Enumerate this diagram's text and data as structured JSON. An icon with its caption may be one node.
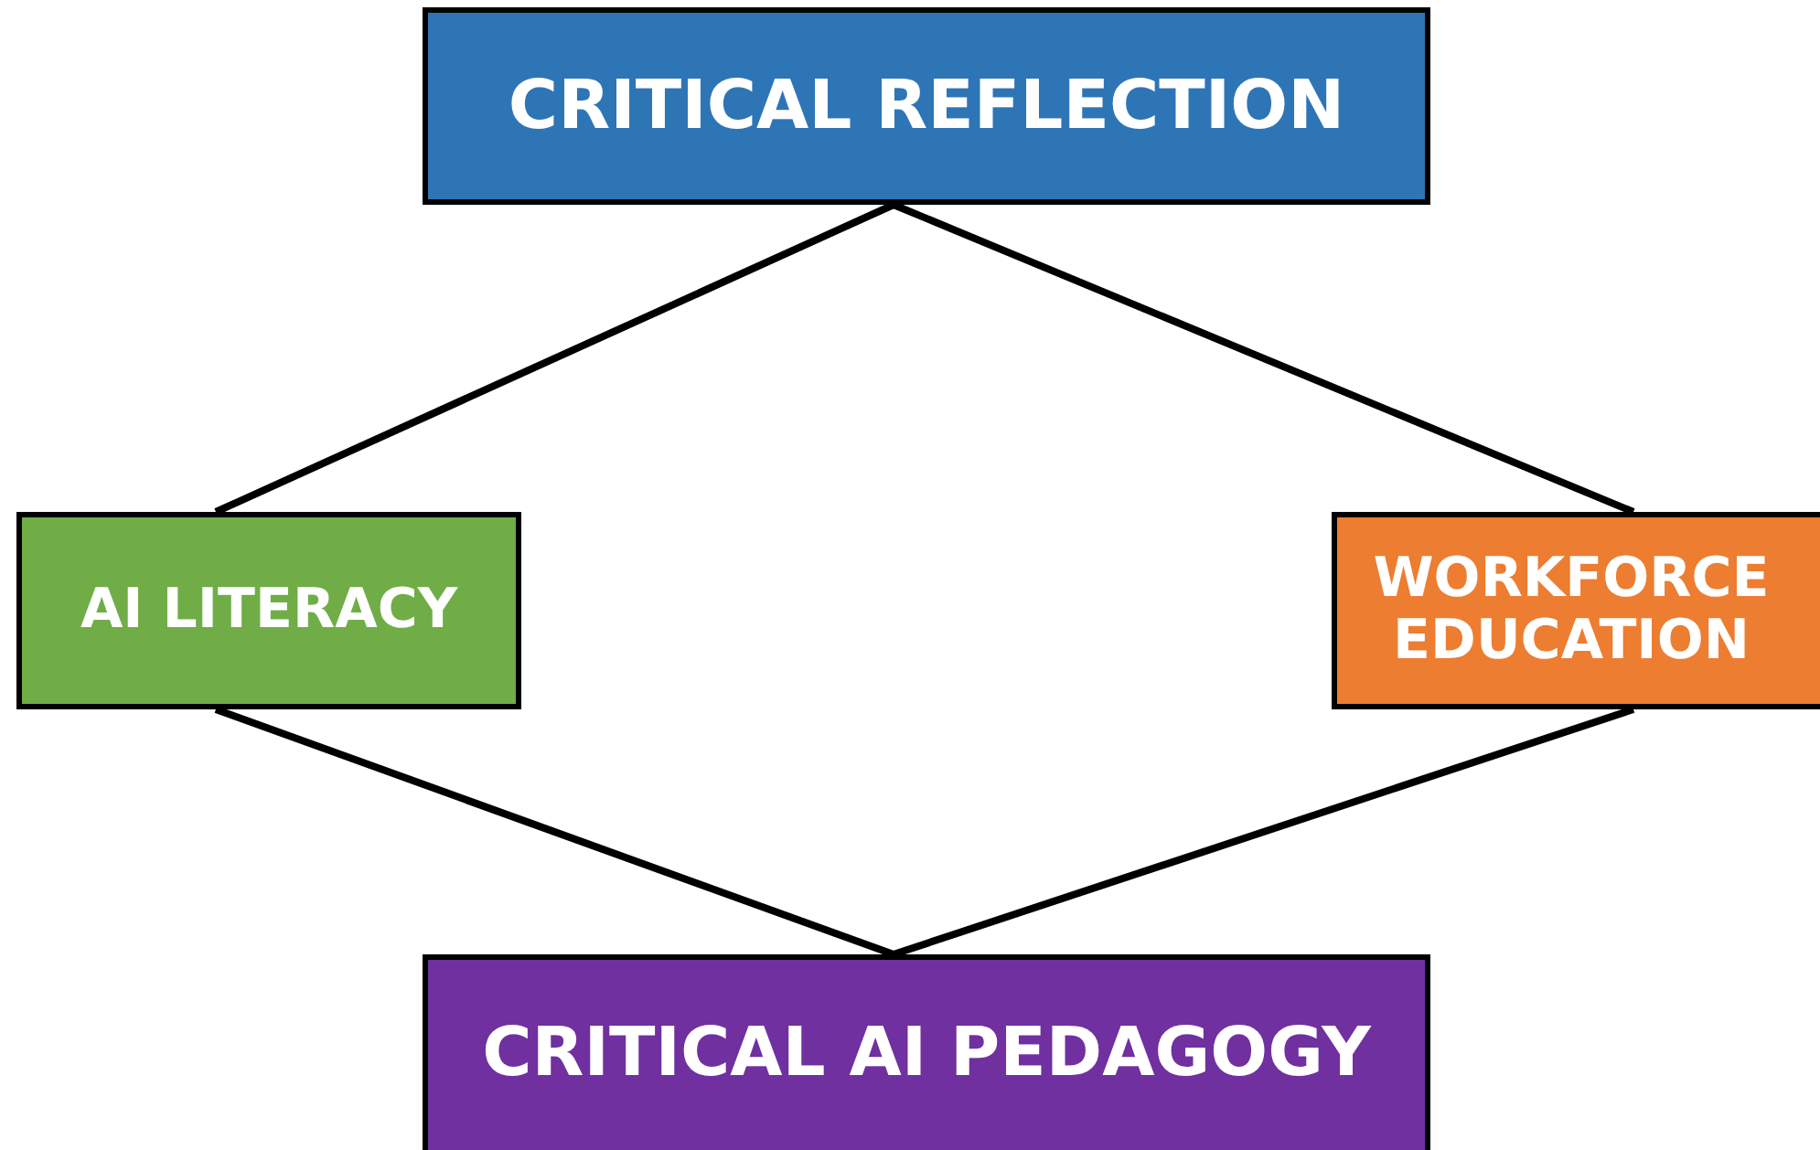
{
  "diagram": {
    "nodes": [
      {
        "text": [
          "CRITICAL REFLECTION"
        ]
      },
      {
        "text": [
          "AI LITERACY"
        ]
      },
      {
        "text": [
          "WORKFORCE EDUCATION"
        ]
      },
      {
        "text": [
          "CRITICAL AI PEDAGOGY"
        ]
      }
    ],
    "edges": [
      {
        "from": 0,
        "to": 1,
        "arrow": "none"
      },
      {
        "from": 0,
        "to": 2,
        "arrow": "none"
      },
      {
        "from": 1,
        "to": 3,
        "arrow": "none"
      },
      {
        "from": 2,
        "to": 3,
        "arrow": "none"
      }
    ]
  }
}
